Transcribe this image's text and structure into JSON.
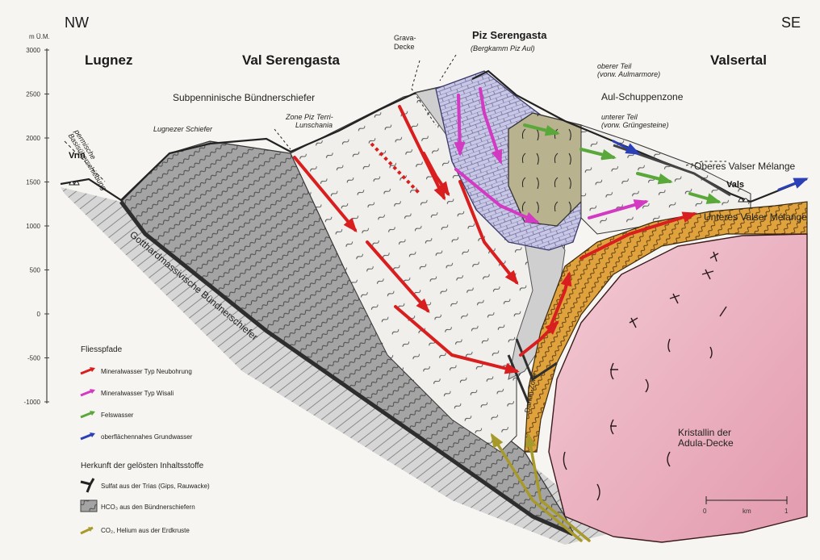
{
  "orientation": {
    "left": "NW",
    "right": "SE"
  },
  "elevation_scale": {
    "unit": "m Ü.M.",
    "ticks": [
      "3000",
      "2500",
      "2000",
      "1500",
      "1000",
      "500",
      "0",
      "-500",
      "-1000"
    ]
  },
  "regions": {
    "lugnez": "Lugnez",
    "val_serengasta": "Val Serengasta",
    "valsertal": "Valsertal",
    "piz_serengasta": "Piz Serengasta",
    "piz_serengasta_sub": "(Bergkamm Piz Aul)",
    "grava_decke": "Grava-\nDecke"
  },
  "labels": {
    "vrin": "Vrin",
    "vals": "Vals",
    "permische_basis": "permische\nBasisüberschiebung",
    "lugnezer_schiefer": "Lugnezer Schiefer",
    "subpenninische": "Subpenninische Bündnerschiefer",
    "zone_piz_terri": "Zone Piz Terri-\nLunschania",
    "oberer_teil": "oberer Teil\n(vorw. Aulmarmore)",
    "aul_schuppenzone": "Aul-Schuppenzone",
    "unterer_teil": "unterer Teil\n(vorw. Grüngesteine)",
    "oberes_valser": "Oberes Valser Mélange",
    "unteres_valser": "Unteres Valser Mélange",
    "gotthard": "Gotthardmassivische Bündnerschiefer",
    "darlun_zone": "Darlun-Zone",
    "kristallin": "Kristallin der\nAdula-Decke"
  },
  "legend": {
    "flow_title": "Fliesspfade",
    "flows": [
      {
        "label": "Mineralwasser Typ Neubohrung",
        "color": "#d81e1e"
      },
      {
        "label": "Mineralwasser Typ Wisali",
        "color": "#d23ac2"
      },
      {
        "label": "Felswasser",
        "color": "#5aa83a"
      },
      {
        "label": "oberflächennahes Grundwasser",
        "color": "#2a3fb8"
      }
    ],
    "origin_title": "Herkunft der gelösten Inhaltsstoffe",
    "origins": [
      {
        "label": "Sulfat aus der Trias (Gips, Rauwacke)",
        "icon": "sulfate-symbol"
      },
      {
        "label": "HCO₃ aus den Bündnerschiefern",
        "icon": "schist-symbol"
      },
      {
        "label": "CO₂, Helium aus der Erdkruste",
        "icon": "co2-arrow",
        "color": "#a89a2a"
      }
    ]
  },
  "scalebar": {
    "left": "0",
    "mid": "km",
    "right": "1"
  },
  "colors": {
    "schist_grey": "#9a9a9a",
    "light_schist": "#ececec",
    "aul_violet": "#c9c7e6",
    "greenstone": "#b8b38e",
    "melange_orange": "#e0a23c",
    "adula_pink": "#eab6c3",
    "dark_band": "#3a3a3a"
  }
}
